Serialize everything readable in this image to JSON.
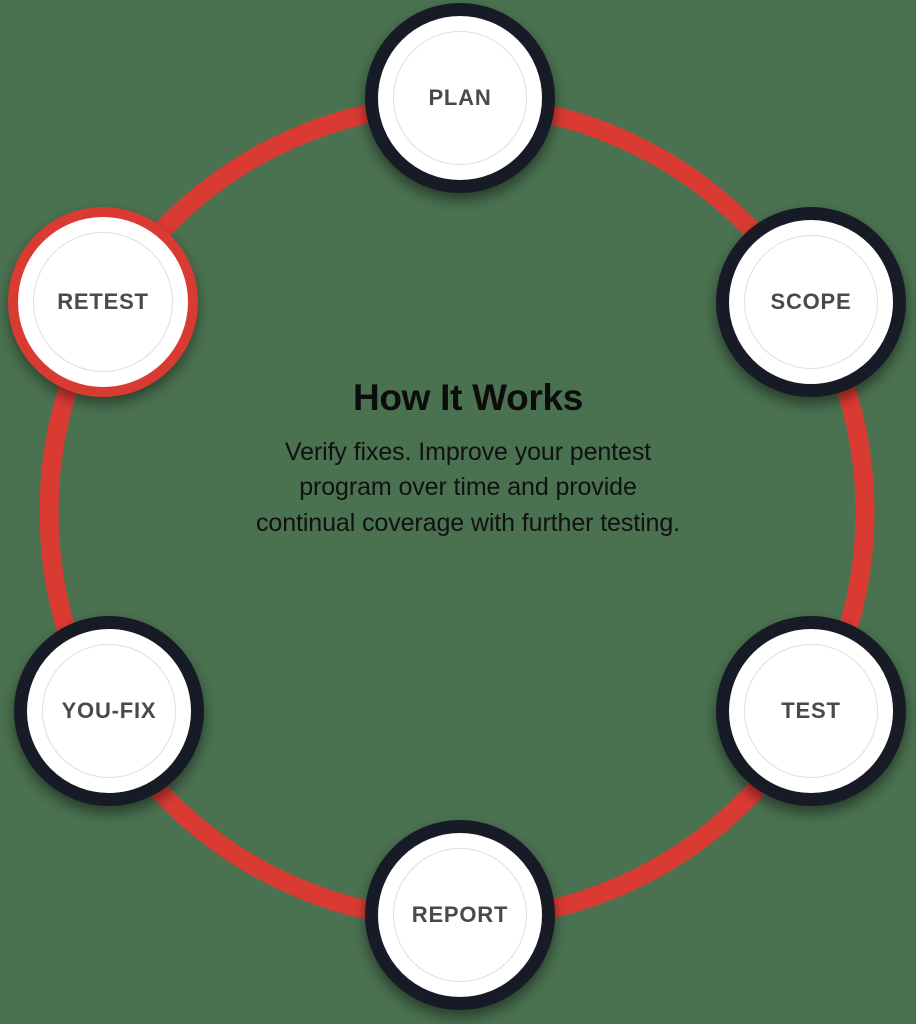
{
  "diagram": {
    "type": "cycle",
    "title": "How It Works",
    "description_lines": [
      "Verify fixes. Improve your pentest",
      "program over time and provide",
      "continual coverage with further testing."
    ],
    "background_color": "#4a7150",
    "accent_color": "#d93b33",
    "node_ring_color": "#171b26",
    "node_fill_color": "#ffffff",
    "node_label_color": "#4a4a4a",
    "title_color": "#0c0c0c"
  },
  "nodes": [
    {
      "id": "plan",
      "label": "PLAN",
      "state": "default",
      "order": 1
    },
    {
      "id": "scope",
      "label": "SCOPE",
      "state": "default",
      "order": 2
    },
    {
      "id": "test",
      "label": "TEST",
      "state": "default",
      "order": 3
    },
    {
      "id": "report",
      "label": "REPORT",
      "state": "default",
      "order": 4
    },
    {
      "id": "youfix",
      "label": "YOU-FIX",
      "state": "default",
      "order": 5
    },
    {
      "id": "retest",
      "label": "RETEST",
      "state": "active",
      "order": 6
    }
  ]
}
